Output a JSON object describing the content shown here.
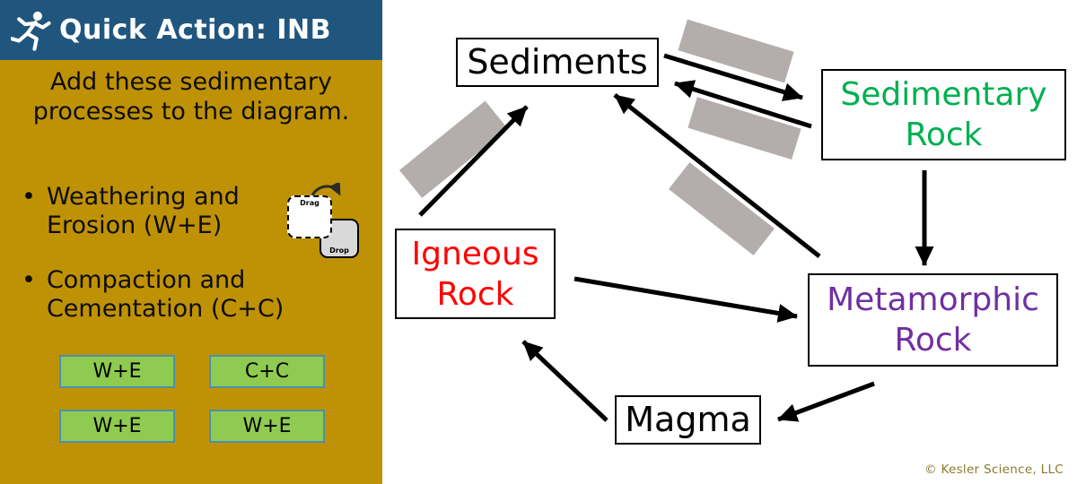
{
  "header": {
    "title": "Quick Action: INB"
  },
  "sidebar": {
    "instruction": "Add these sedimentary processes to the diagram.",
    "bullets": [
      "Weathering and Erosion (W+E)",
      "Compaction and Cementation (C+C)"
    ],
    "drag_drop_icon": {
      "drag": "Drag",
      "drop": "Drop"
    },
    "tiles": [
      "W+E",
      "C+C",
      "W+E",
      "W+E"
    ]
  },
  "diagram": {
    "nodes": {
      "sediments": {
        "label": "Sediments",
        "color": "#000000"
      },
      "sedimentary": {
        "label": "Sedimentary Rock",
        "color": "#00b050"
      },
      "igneous": {
        "label": "Igneous Rock",
        "color": "#ff0000"
      },
      "metamorphic": {
        "label": "Metamorphic Rock",
        "color": "#7030a0"
      },
      "magma": {
        "label": "Magma",
        "color": "#000000"
      }
    },
    "drop_zone_color": "#b3aeab",
    "arrow_color": "#000000"
  },
  "footer": {
    "copyright": "© Kesler Science, LLC"
  },
  "colors": {
    "header_bg": "#20567e",
    "panel_bg": "#bf9205",
    "tile_fill": "#8ecb50",
    "tile_border": "#4a90ad"
  }
}
